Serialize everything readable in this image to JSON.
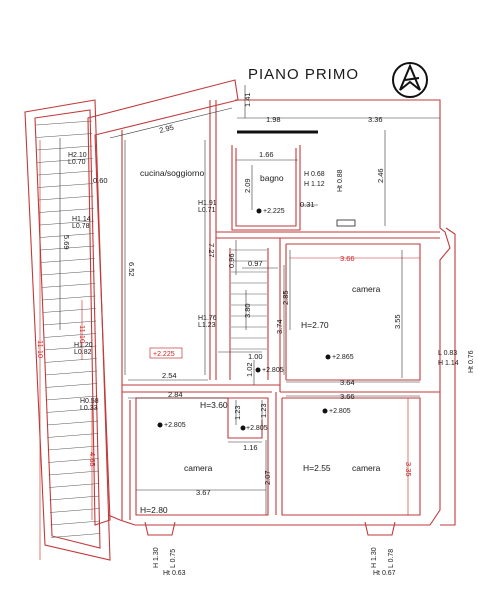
{
  "title": "PIANO PRIMO",
  "north_icon": "north-arrow-icon",
  "colors": {
    "wall": "#c23a3a",
    "ink": "#1a1a1a",
    "dim_red": "#cc2222"
  },
  "rooms": {
    "kitchen": "cucina/soggiorno",
    "bath": "bagno",
    "camera_ne": "camera",
    "camera_sw": "camera",
    "camera_se": "camera"
  },
  "heights": {
    "h_270": "H=2.70",
    "h_360": "H=3.60",
    "h_255": "H=2.55",
    "h_280": "H=2.80"
  },
  "spot_levels": {
    "bath": "+2.225",
    "stair": "+2.225",
    "ne": "+2.865",
    "mid": "+2.805",
    "sw": "+2.805",
    "c_small": "+2.805",
    "se": "+2.805"
  },
  "windows": {
    "w1": [
      "H2.10",
      "L0.70"
    ],
    "w2": [
      "H1.14",
      "L0.78"
    ],
    "w3": [
      "H1.20",
      "L0.82"
    ],
    "w4": [
      "H0.58",
      "L0.33"
    ],
    "w5": [
      "H1.91",
      "L0.71"
    ],
    "w6": [
      "H1.76",
      "L1.23"
    ],
    "w7": [
      "H 0.68",
      "H 1.12"
    ],
    "w7b": "Ht 0.88",
    "w8": [
      "L 0.83",
      "H 1.14"
    ],
    "w8b": "Ht 0.76",
    "b1": [
      "H 1.30",
      "L 0.75"
    ],
    "b1b": "Ht 0.63",
    "b2": [
      "H 1.30",
      "L 0.78"
    ],
    "b2b": "Ht 0.67"
  },
  "dimensions": {
    "d141": "1.41",
    "d198": "1.98",
    "d336": "3.36",
    "d295": "2.95",
    "d166": "1.66",
    "d060": "0.60",
    "d209": "2.09",
    "d246": "2.46",
    "d031": "0.31",
    "d569": "5.69",
    "d652": "6.52",
    "d727": "7.27",
    "d096": "0.96",
    "d097": "0.97",
    "d366r": "3.66",
    "d285": "2.85",
    "d374": "3.74",
    "d355": "3.55",
    "d1110": "11.10",
    "d1110b": "11.10",
    "d380": "3.80",
    "d100": "1.00",
    "d102": "1.02",
    "d254": "2.54",
    "d364": "3.64",
    "d284": "2.84",
    "d366": "3.66",
    "d123a": "1.23",
    "d123b": "1.23",
    "d116": "1.16",
    "d465": "4.65",
    "d335": "3.35",
    "d207": "2.07",
    "d367": "3.67"
  }
}
